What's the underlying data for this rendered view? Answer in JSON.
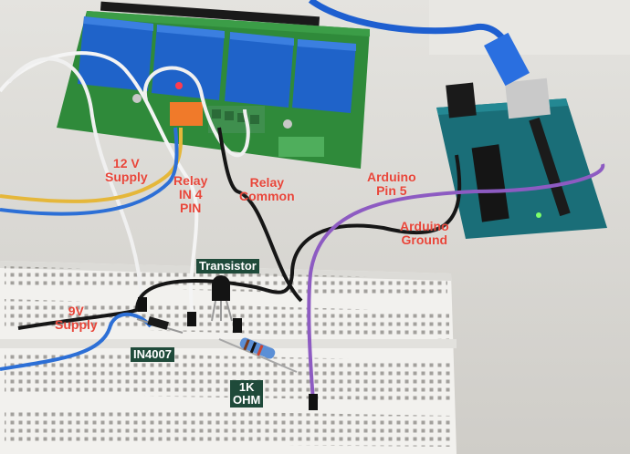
{
  "labels": {
    "supply_12v": "12 V\nSupply",
    "relay_in4": "Relay\nIN 4\nPIN",
    "relay_common": "Relay\nCommon",
    "arduino_pin5": "Arduino\nPin 5",
    "arduino_ground": "Arduino\nGround",
    "transistor": "Transistor",
    "supply_9v": "9V\nSupply",
    "diode": "IN4007",
    "resistor": "1K\nOHM"
  },
  "colors": {
    "relay_board": "#2f8a3a",
    "relay_body": "#1f63c9",
    "terminal_orange": "#f07a2a",
    "terminal_green": "#3f8f4e",
    "arduino_board": "#1a6e78",
    "breadboard": "#f2f1ee",
    "usb_cable": "#1e5fd0",
    "wire_white": "#f4f4f4",
    "wire_black": "#161616",
    "wire_purple": "#8d5bc2",
    "wire_blue": "#2c6fd6",
    "wire_yellow": "#e5b73a",
    "label_red": "#e8463a",
    "label_box": "#1f4a3a"
  }
}
